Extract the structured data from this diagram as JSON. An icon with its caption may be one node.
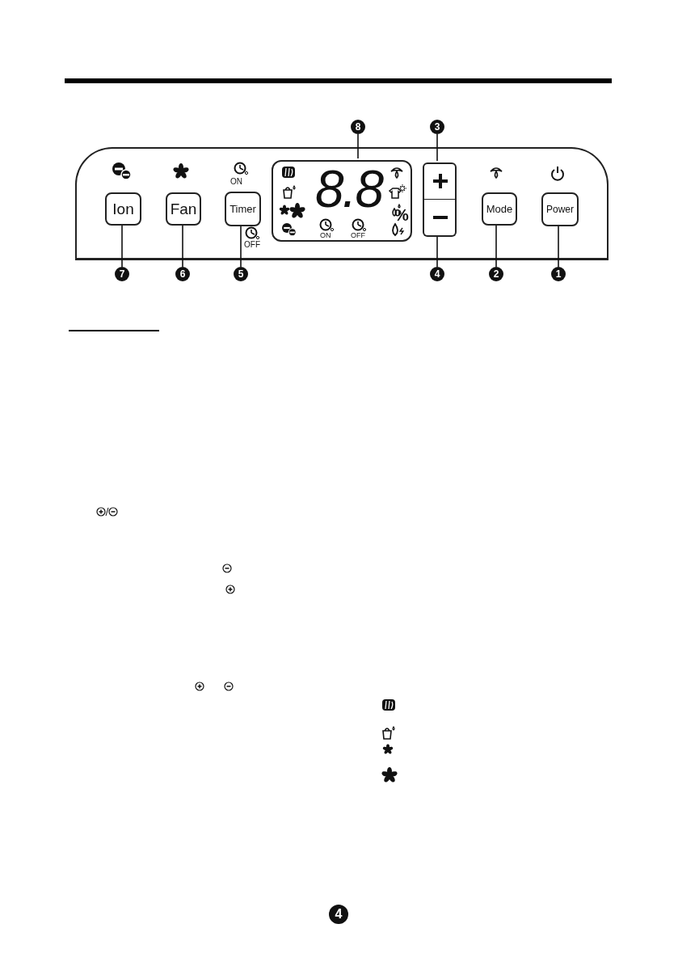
{
  "diagram": {
    "nodes": [
      {
        "text": [
          "8"
        ]
      },
      {
        "text": [
          "3"
        ]
      },
      {
        "text": [],
        "shape": "box"
      },
      {
        "text": [
          "Ion"
        ],
        "in": 2
      },
      {
        "text": [
          "Fan"
        ],
        "in": 2
      },
      {
        "text": [
          "Timer"
        ],
        "in": 2
      },
      {
        "text": [
          "8.8",
          "%",
          "ON",
          "OFF"
        ],
        "in": 2
      },
      {
        "text": [],
        "shape": "box",
        "in": 2
      },
      {
        "text": [],
        "shape": "box",
        "in": 2
      },
      {
        "text": [
          "Mode"
        ],
        "in": 2
      },
      {
        "text": [
          "Power"
        ],
        "in": 2
      },
      {
        "text": [
          "7"
        ]
      },
      {
        "text": [
          "6"
        ]
      },
      {
        "text": [
          "5"
        ]
      },
      {
        "text": [
          "4"
        ]
      },
      {
        "text": [
          "2"
        ]
      },
      {
        "text": [
          "1"
        ]
      }
    ],
    "edges": [
      {
        "from": 0,
        "to": 6,
        "arrow": "none"
      },
      {
        "from": 1,
        "to": 7,
        "arrow": "none"
      },
      {
        "from": 11,
        "to": 3,
        "arrow": "none"
      },
      {
        "from": 12,
        "to": 4,
        "arrow": "none"
      },
      {
        "from": 13,
        "to": 5,
        "arrow": "none"
      },
      {
        "from": 14,
        "to": 8,
        "arrow": "none"
      },
      {
        "from": 15,
        "to": 9,
        "arrow": "none"
      },
      {
        "from": 16,
        "to": 10,
        "arrow": "none"
      }
    ],
    "labels": [
      "ON",
      "OFF",
      "4"
    ]
  }
}
